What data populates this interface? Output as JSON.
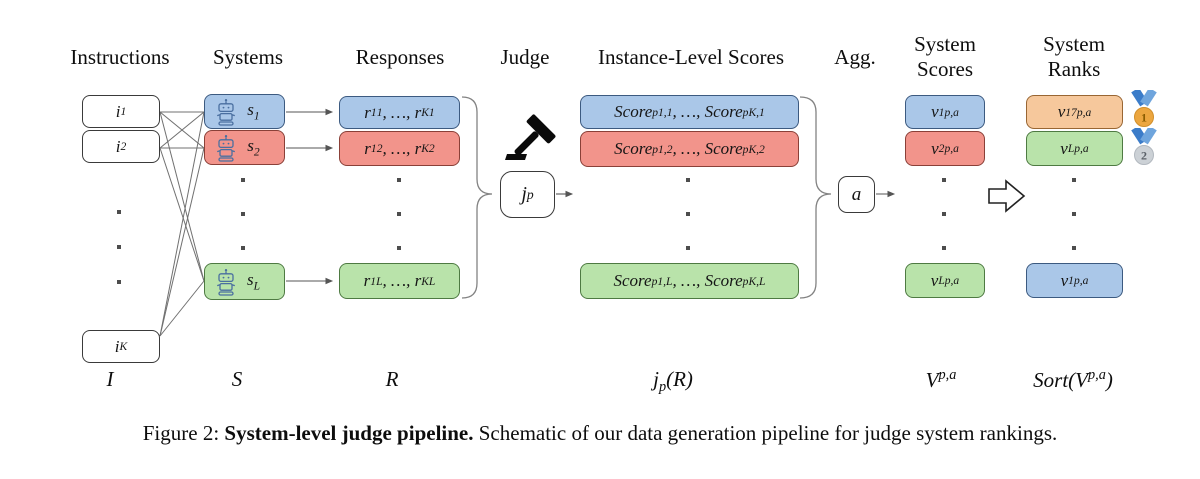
{
  "header": {
    "instructions": "Instructions",
    "systems": "Systems",
    "responses": "Responses",
    "judge": "Judge",
    "instance_scores": "Instance-Level Scores",
    "agg": "Agg.",
    "system_scores_line1": "System",
    "system_scores_line2": "Scores",
    "system_ranks_line1": "System",
    "system_ranks_line2": "Ranks"
  },
  "boxes": {
    "instructions": [
      "i_{1}",
      "i_{2}",
      "i_{K}"
    ],
    "systems": [
      "s_{1}",
      "s_{2}",
      "s_{L}"
    ],
    "responses": [
      "r_{1}^{1}, …, r_{K}^{1}",
      "r_{1}^{2}, …, r_{K}^{2}",
      "r_{1}^{L}, …, r_{K}^{L}"
    ],
    "judge": "j_{p}",
    "instance_scores": [
      "Score^{p}_{1,1}, …, Score^{p}_{K,1}",
      "Score^{p}_{1,2}, …, Score^{p}_{K,2}",
      "Score^{p}_{1,L}, …, Score^{p}_{K,L}"
    ],
    "agg": "a",
    "system_scores": [
      "v_{1}^{p,a}",
      "v_{2}^{p,a}",
      "v_{L}^{p,a}"
    ],
    "system_ranks": [
      "v_{17}^{p,a}",
      "v_{L}^{p,a}",
      "v_{1}^{p,a}"
    ]
  },
  "axis_labels": {
    "instructions": "I",
    "systems": "S",
    "responses": "R",
    "judge": "j_{p}(R)",
    "system_scores": "V^{p,a}",
    "system_ranks": "Sort(V^{p,a})"
  },
  "medals": {
    "first": "1",
    "second": "2"
  },
  "icons": {
    "robot": "robot-icon",
    "gavel": "gavel-icon",
    "gold_medal": "gold-medal-icon",
    "silver_medal": "silver-medal-icon",
    "big_right_arrow": "big-right-arrow-icon"
  },
  "colors": {
    "box_blue": "#aac7e8",
    "box_red": "#f2948b",
    "box_green": "#b9e3aa",
    "box_orange": "#f6c89c",
    "box_white": "#ffffff",
    "line_gray": "#707070",
    "medal_gold": "#eca63f",
    "medal_silver": "#ccd1d6",
    "ribbon_blue_dark": "#3b7cc9",
    "ribbon_blue_light": "#6fa5dd"
  },
  "caption": {
    "prefix": "Figure 2: ",
    "title": "System-level judge pipeline.",
    "text": " Schematic of our data generation pipeline for judge system rankings."
  }
}
